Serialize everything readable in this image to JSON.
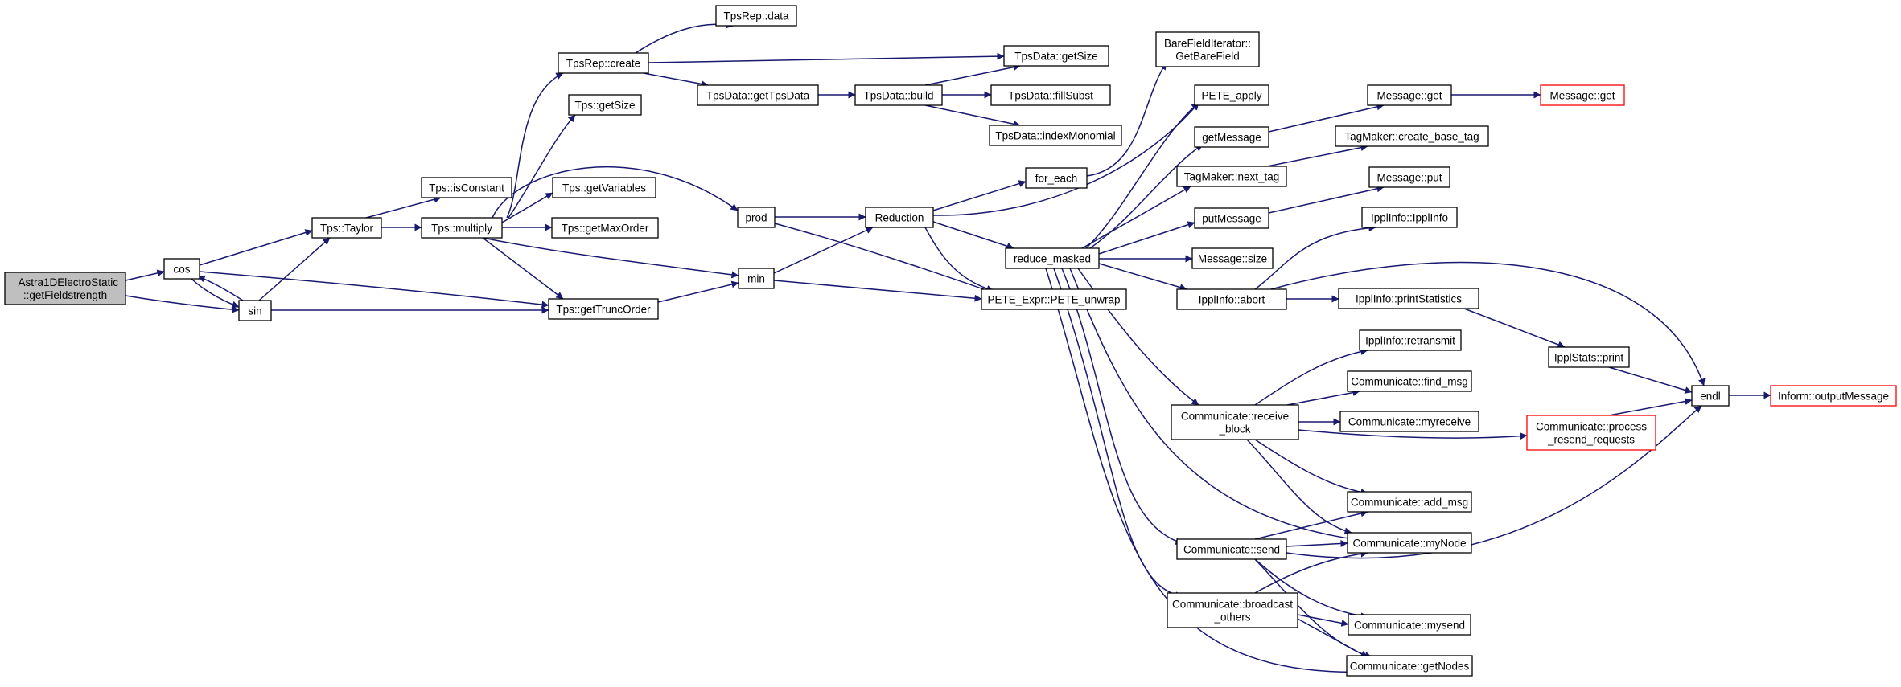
{
  "colors": {
    "edge": "#191970",
    "node_border": "#000000",
    "node_fill": "#ffffff",
    "root_fill": "#bfbfbf",
    "truncated_border": "#ff0000",
    "background": "#ffffff"
  },
  "nodes": [
    {
      "id": "root",
      "lines": [
        "_Astra1DElectroStatic",
        "::getFieldstrength"
      ],
      "kind": "root"
    },
    {
      "id": "cos",
      "lines": [
        "cos"
      ]
    },
    {
      "id": "sin",
      "lines": [
        "sin"
      ]
    },
    {
      "id": "taylor",
      "lines": [
        "Tps::Taylor"
      ]
    },
    {
      "id": "getTruncOrder",
      "lines": [
        "Tps::getTruncOrder"
      ]
    },
    {
      "id": "isConstant",
      "lines": [
        "Tps::isConstant"
      ]
    },
    {
      "id": "multiply",
      "lines": [
        "Tps::multiply"
      ]
    },
    {
      "id": "repCreate",
      "lines": [
        "TpsRep::create"
      ]
    },
    {
      "id": "repData",
      "lines": [
        "TpsRep::data"
      ]
    },
    {
      "id": "tpsGetSize",
      "lines": [
        "Tps::getSize"
      ]
    },
    {
      "id": "getVariables",
      "lines": [
        "Tps::getVariables"
      ]
    },
    {
      "id": "getMaxOrder",
      "lines": [
        "Tps::getMaxOrder"
      ]
    },
    {
      "id": "prod",
      "lines": [
        "prod"
      ]
    },
    {
      "id": "min",
      "lines": [
        "min"
      ]
    },
    {
      "id": "dataGetSize",
      "lines": [
        "TpsData::getSize"
      ]
    },
    {
      "id": "getTpsData",
      "lines": [
        "TpsData::getTpsData"
      ]
    },
    {
      "id": "build",
      "lines": [
        "TpsData::build"
      ]
    },
    {
      "id": "fillSubst",
      "lines": [
        "TpsData::fillSubst"
      ]
    },
    {
      "id": "indexMonomial",
      "lines": [
        "TpsData::indexMonomial"
      ]
    },
    {
      "id": "reduction",
      "lines": [
        "Reduction"
      ]
    },
    {
      "id": "forEach",
      "lines": [
        "for_each"
      ]
    },
    {
      "id": "reduceMasked",
      "lines": [
        "reduce_masked"
      ]
    },
    {
      "id": "peteUnwrap",
      "lines": [
        "PETE_Expr::PETE_unwrap"
      ]
    },
    {
      "id": "bareField",
      "lines": [
        "BareFieldIterator::",
        "GetBareField"
      ]
    },
    {
      "id": "peteApply",
      "lines": [
        "PETE_apply"
      ]
    },
    {
      "id": "getMessage",
      "lines": [
        "getMessage"
      ]
    },
    {
      "id": "nextTag",
      "lines": [
        "TagMaker::next_tag"
      ]
    },
    {
      "id": "putMessage",
      "lines": [
        "putMessage"
      ]
    },
    {
      "id": "msgSize",
      "lines": [
        "Message::size"
      ]
    },
    {
      "id": "abort",
      "lines": [
        "IpplInfo::abort"
      ]
    },
    {
      "id": "receiveBlock",
      "lines": [
        "Communicate::receive",
        "_block"
      ]
    },
    {
      "id": "send",
      "lines": [
        "Communicate::send"
      ]
    },
    {
      "id": "broadcast",
      "lines": [
        "Communicate::broadcast",
        "_others"
      ]
    },
    {
      "id": "msgGet1",
      "lines": [
        "Message::get"
      ]
    },
    {
      "id": "msgGet2",
      "lines": [
        "Message::get"
      ],
      "kind": "truncated"
    },
    {
      "id": "createBaseTag",
      "lines": [
        "TagMaker::create_base_tag"
      ]
    },
    {
      "id": "msgPut",
      "lines": [
        "Message::put"
      ]
    },
    {
      "id": "ipplInfoCtor",
      "lines": [
        "IpplInfo::IpplInfo"
      ]
    },
    {
      "id": "printStatistics",
      "lines": [
        "IpplInfo::printStatistics"
      ]
    },
    {
      "id": "statsPrint",
      "lines": [
        "IpplStats::print"
      ]
    },
    {
      "id": "retransmit",
      "lines": [
        "IpplInfo::retransmit"
      ]
    },
    {
      "id": "findMsg",
      "lines": [
        "Communicate::find_msg"
      ]
    },
    {
      "id": "myreceive",
      "lines": [
        "Communicate::myreceive"
      ]
    },
    {
      "id": "processResend",
      "lines": [
        "Communicate::process",
        "_resend_requests"
      ],
      "kind": "truncated"
    },
    {
      "id": "addMsg",
      "lines": [
        "Communicate::add_msg"
      ]
    },
    {
      "id": "myNode",
      "lines": [
        "Communicate::myNode"
      ]
    },
    {
      "id": "mysend",
      "lines": [
        "Communicate::mysend"
      ]
    },
    {
      "id": "getNodes",
      "lines": [
        "Communicate::getNodes"
      ]
    },
    {
      "id": "endl",
      "lines": [
        "endl"
      ]
    },
    {
      "id": "outputMessage",
      "lines": [
        "Inform::outputMessage"
      ],
      "kind": "truncated"
    }
  ],
  "edges": [
    [
      "root",
      "cos"
    ],
    [
      "root",
      "sin"
    ],
    [
      "cos",
      "sin"
    ],
    [
      "sin",
      "cos"
    ],
    [
      "cos",
      "taylor"
    ],
    [
      "cos",
      "getTruncOrder"
    ],
    [
      "sin",
      "taylor"
    ],
    [
      "sin",
      "getTruncOrder"
    ],
    [
      "taylor",
      "isConstant"
    ],
    [
      "taylor",
      "multiply"
    ],
    [
      "multiply",
      "repCreate"
    ],
    [
      "multiply",
      "tpsGetSize"
    ],
    [
      "multiply",
      "getVariables"
    ],
    [
      "multiply",
      "getMaxOrder"
    ],
    [
      "multiply",
      "prod"
    ],
    [
      "multiply",
      "min"
    ],
    [
      "multiply",
      "getTruncOrder"
    ],
    [
      "repCreate",
      "repData"
    ],
    [
      "repCreate",
      "dataGetSize"
    ],
    [
      "repCreate",
      "getTpsData"
    ],
    [
      "getTpsData",
      "build"
    ],
    [
      "build",
      "dataGetSize"
    ],
    [
      "build",
      "fillSubst"
    ],
    [
      "build",
      "indexMonomial"
    ],
    [
      "getTruncOrder",
      "min"
    ],
    [
      "prod",
      "reduction"
    ],
    [
      "prod",
      "peteUnwrap"
    ],
    [
      "min",
      "reduction"
    ],
    [
      "min",
      "peteUnwrap"
    ],
    [
      "reduction",
      "forEach"
    ],
    [
      "reduction",
      "reduceMasked"
    ],
    [
      "reduction",
      "peteUnwrap"
    ],
    [
      "reduction",
      "peteApply"
    ],
    [
      "forEach",
      "bareField"
    ],
    [
      "reduceMasked",
      "peteApply"
    ],
    [
      "reduceMasked",
      "getMessage"
    ],
    [
      "reduceMasked",
      "nextTag"
    ],
    [
      "reduceMasked",
      "putMessage"
    ],
    [
      "reduceMasked",
      "msgSize"
    ],
    [
      "reduceMasked",
      "abort"
    ],
    [
      "reduceMasked",
      "receiveBlock"
    ],
    [
      "reduceMasked",
      "send"
    ],
    [
      "reduceMasked",
      "broadcast"
    ],
    [
      "reduceMasked",
      "myNode"
    ],
    [
      "reduceMasked",
      "getNodes"
    ],
    [
      "getMessage",
      "msgGet1"
    ],
    [
      "msgGet1",
      "msgGet2"
    ],
    [
      "nextTag",
      "createBaseTag"
    ],
    [
      "putMessage",
      "msgPut"
    ],
    [
      "abort",
      "ipplInfoCtor"
    ],
    [
      "abort",
      "printStatistics"
    ],
    [
      "abort",
      "endl"
    ],
    [
      "printStatistics",
      "statsPrint"
    ],
    [
      "statsPrint",
      "endl"
    ],
    [
      "receiveBlock",
      "retransmit"
    ],
    [
      "receiveBlock",
      "findMsg"
    ],
    [
      "receiveBlock",
      "myreceive"
    ],
    [
      "receiveBlock",
      "processResend"
    ],
    [
      "receiveBlock",
      "addMsg"
    ],
    [
      "receiveBlock",
      "myNode"
    ],
    [
      "processResend",
      "endl"
    ],
    [
      "send",
      "addMsg"
    ],
    [
      "send",
      "myNode"
    ],
    [
      "send",
      "mysend"
    ],
    [
      "send",
      "getNodes"
    ],
    [
      "send",
      "endl"
    ],
    [
      "broadcast",
      "myNode"
    ],
    [
      "broadcast",
      "mysend"
    ],
    [
      "broadcast",
      "getNodes"
    ],
    [
      "endl",
      "outputMessage"
    ]
  ]
}
